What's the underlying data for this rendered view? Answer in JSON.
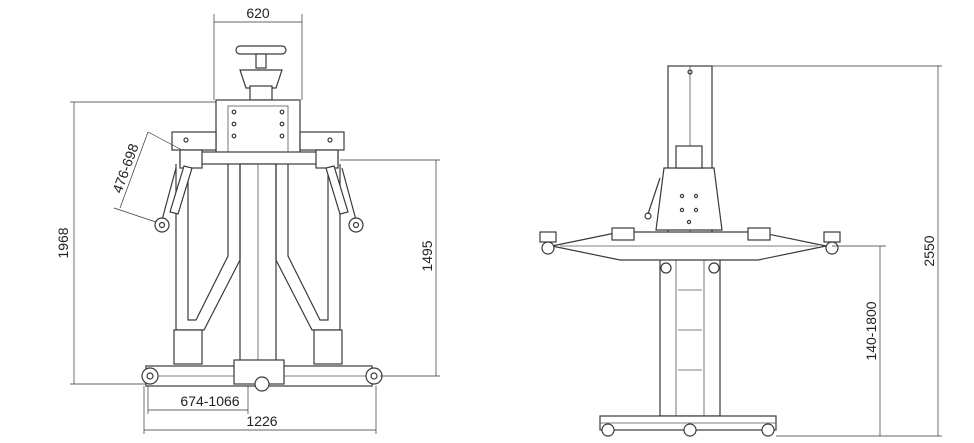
{
  "dimensions": {
    "top_width": "620",
    "total_height": "1968",
    "arm_length": "476-698",
    "arm_height": "1495",
    "base_reach": "674-1066",
    "base_width": "1226",
    "column_height": "2550",
    "lift_range": "140-1800"
  }
}
